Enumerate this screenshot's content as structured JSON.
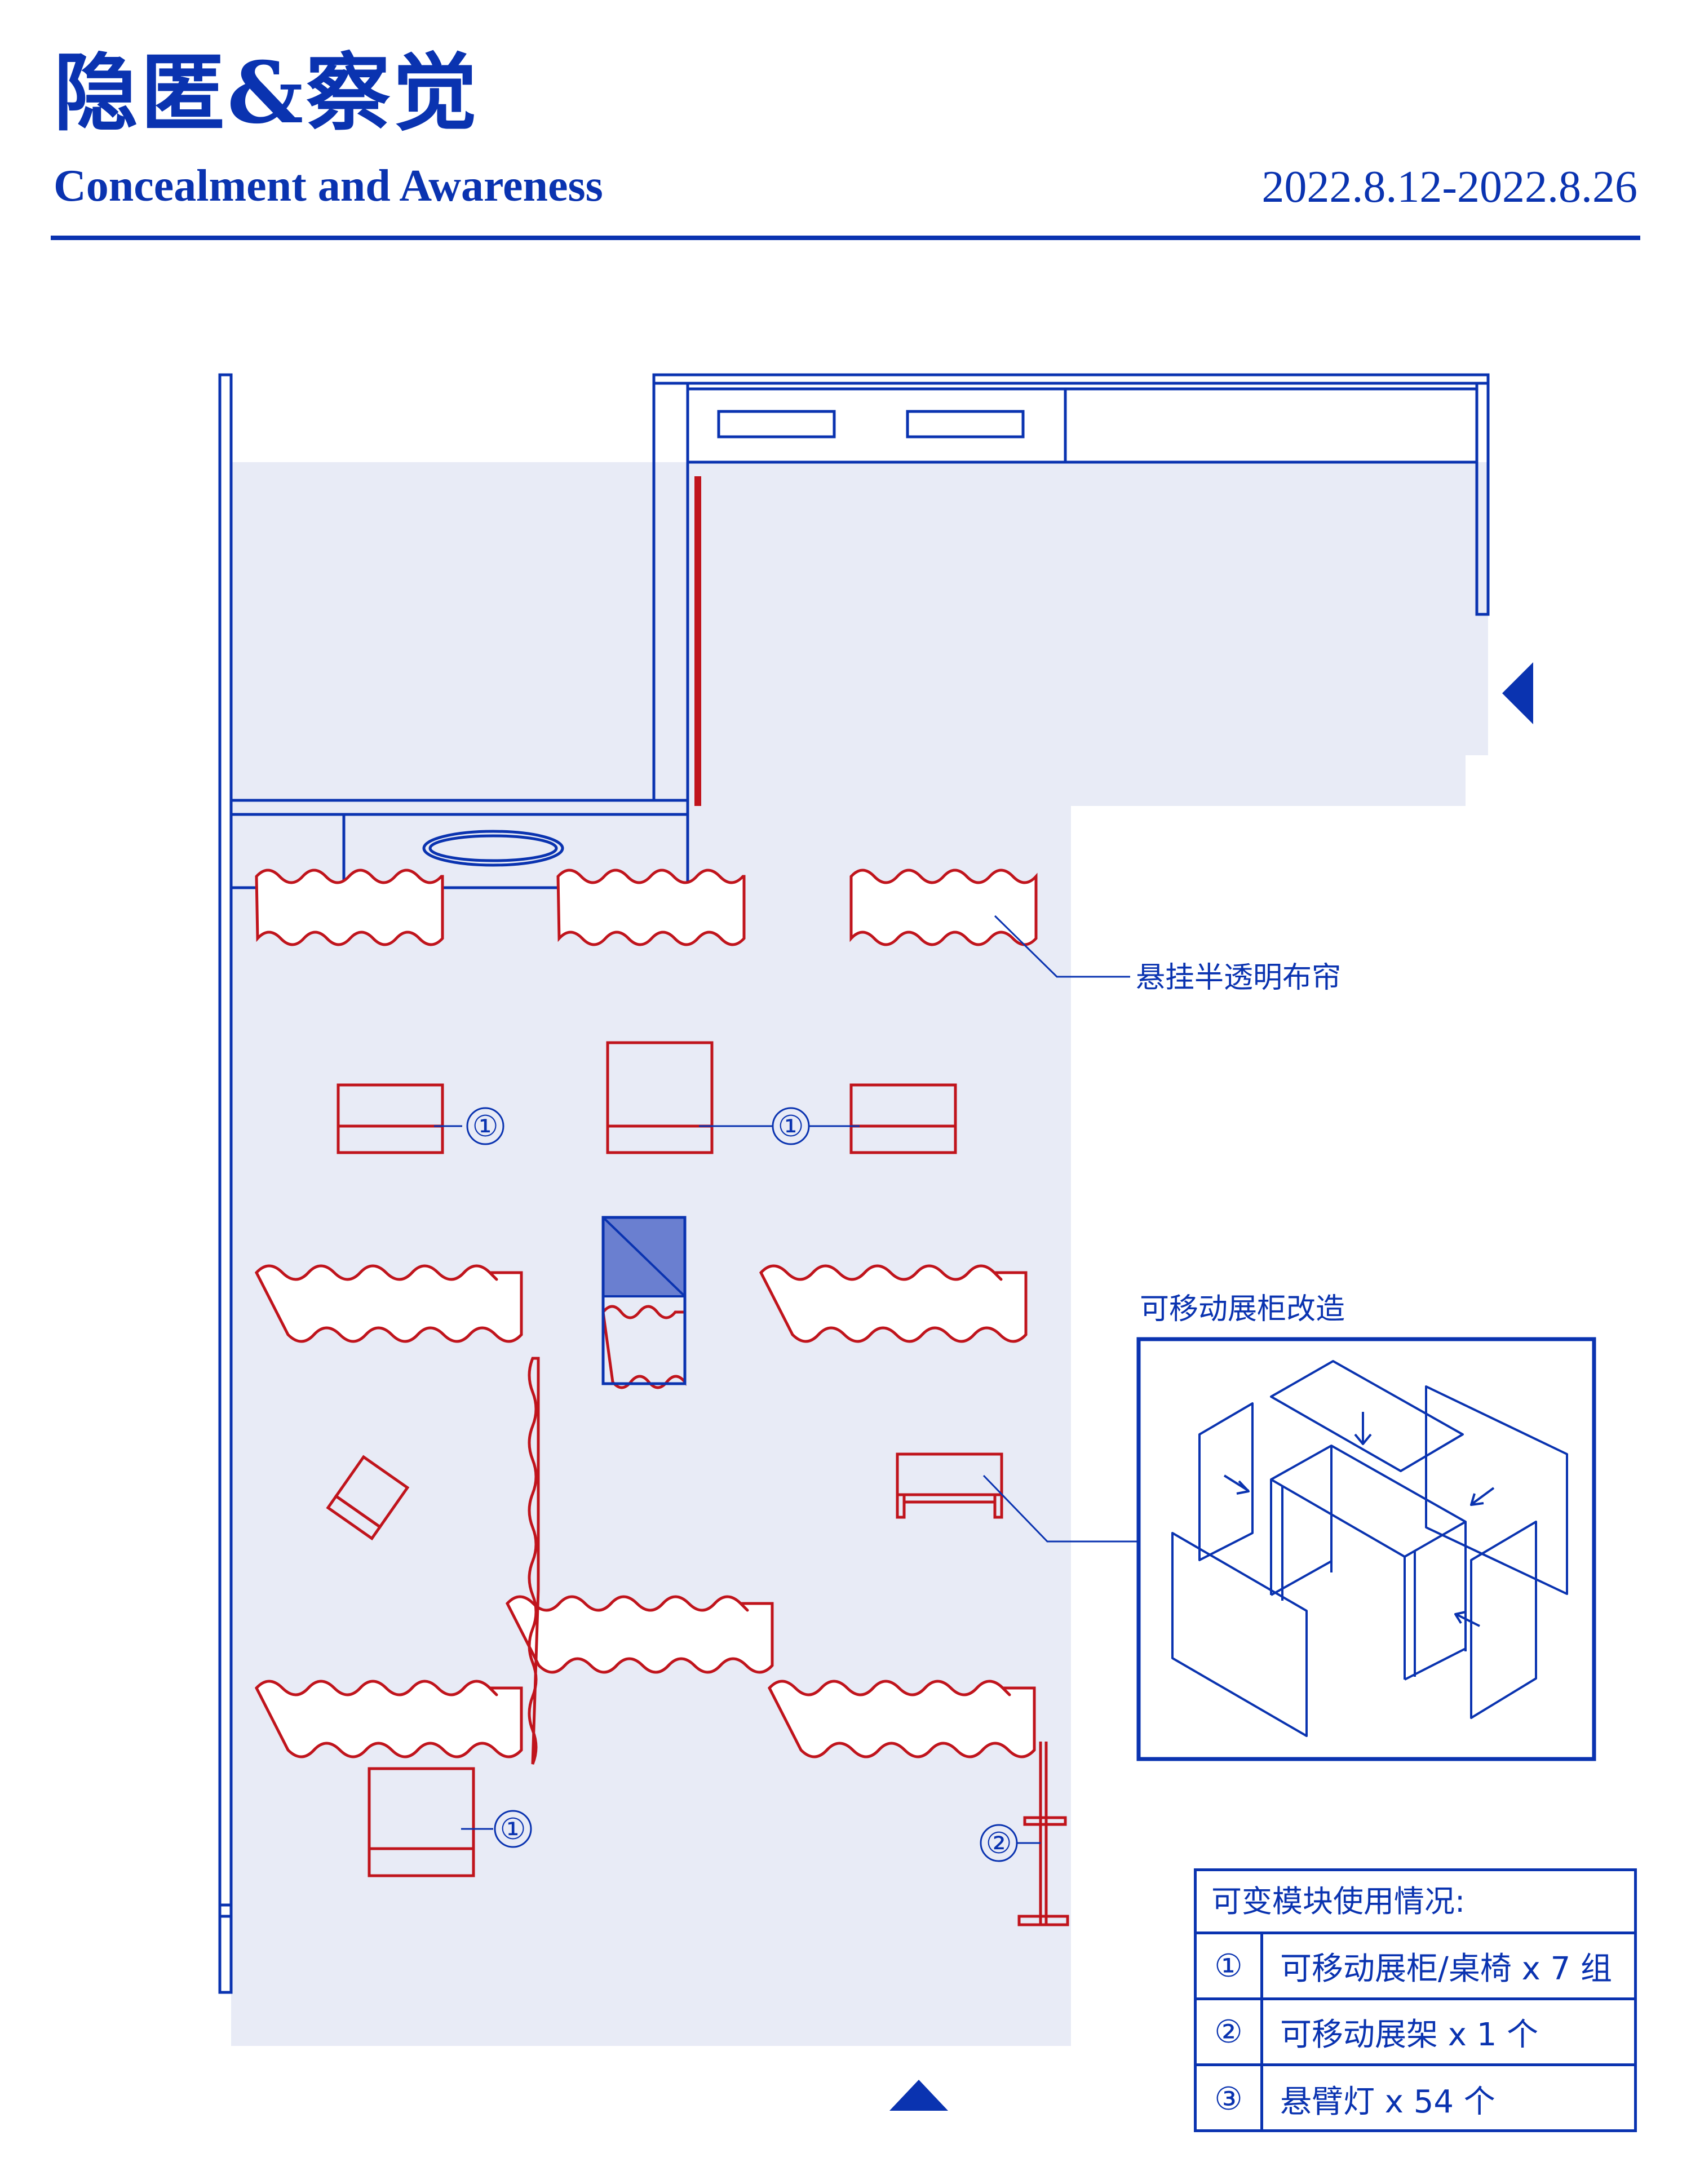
{
  "header": {
    "title_cn": "隐匿&察觉",
    "title_en": "Concealment and Awareness",
    "dates": "2022.8.12-2022.8.26"
  },
  "annotations": {
    "curtain": "悬挂半透明布帘",
    "cabinet_title": "可移动展柜改造"
  },
  "markers": {
    "one": "①",
    "two": "②"
  },
  "legend": {
    "title": "可变模块使用情况:",
    "rows": [
      {
        "num": "①",
        "text": "可移动展柜/桌椅 x 7 组"
      },
      {
        "num": "②",
        "text": "可移动展架 x 1 个"
      },
      {
        "num": "③",
        "text": "悬臂灯 x 54 个"
      }
    ]
  },
  "colors": {
    "blue": "#0a33b0",
    "red": "#c0141c",
    "floor": "#e8ebf6",
    "accent_fill": "#6a7fd0"
  }
}
